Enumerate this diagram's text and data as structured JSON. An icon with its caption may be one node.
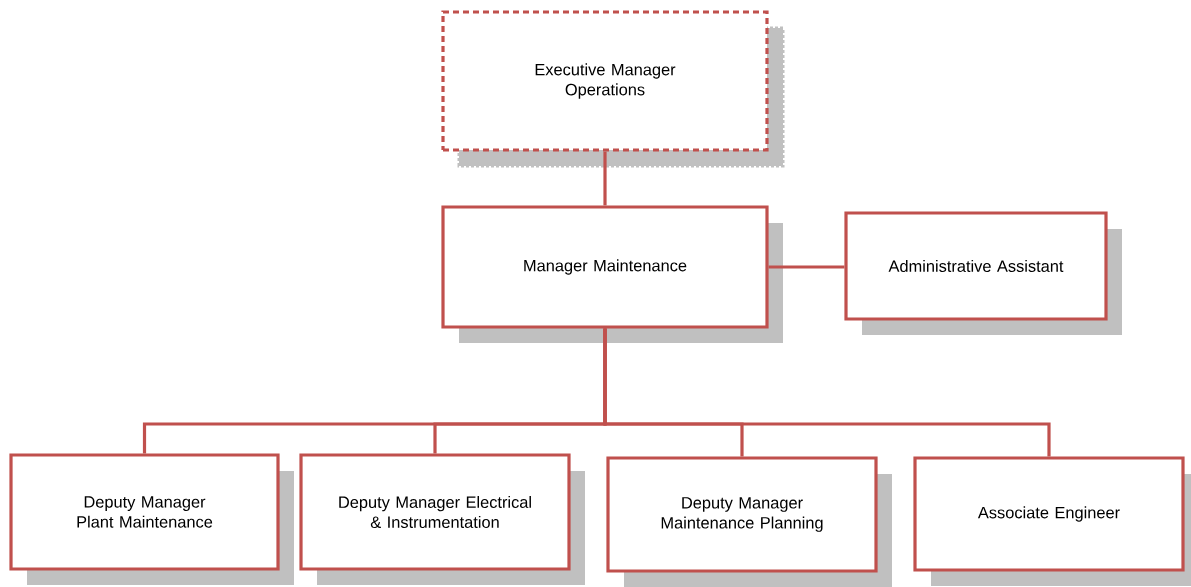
{
  "diagram": {
    "nodes": [
      {
        "text": [
          "Executive Manager Operations"
        ]
      },
      {
        "text": [
          "Manager Maintenance"
        ]
      },
      {
        "text": [
          "Administrative Assistant"
        ]
      },
      {
        "text": [
          "Deputy Manager Plant Maintenance"
        ]
      },
      {
        "text": [
          "Deputy Manager Electrical & Instrumentation"
        ]
      },
      {
        "text": [
          "Deputy Manager Maintenance Planning"
        ]
      },
      {
        "text": [
          "Associate Engineer"
        ]
      }
    ],
    "edges": [
      {
        "from": 0,
        "to": 1,
        "arrow": "none"
      },
      {
        "from": 1,
        "to": 2,
        "arrow": "none"
      },
      {
        "from": 1,
        "to": 3,
        "arrow": "none"
      },
      {
        "from": 1,
        "to": 4,
        "arrow": "none"
      },
      {
        "from": 1,
        "to": 5,
        "arrow": "none"
      },
      {
        "from": 1,
        "to": 6,
        "arrow": "none"
      }
    ]
  }
}
